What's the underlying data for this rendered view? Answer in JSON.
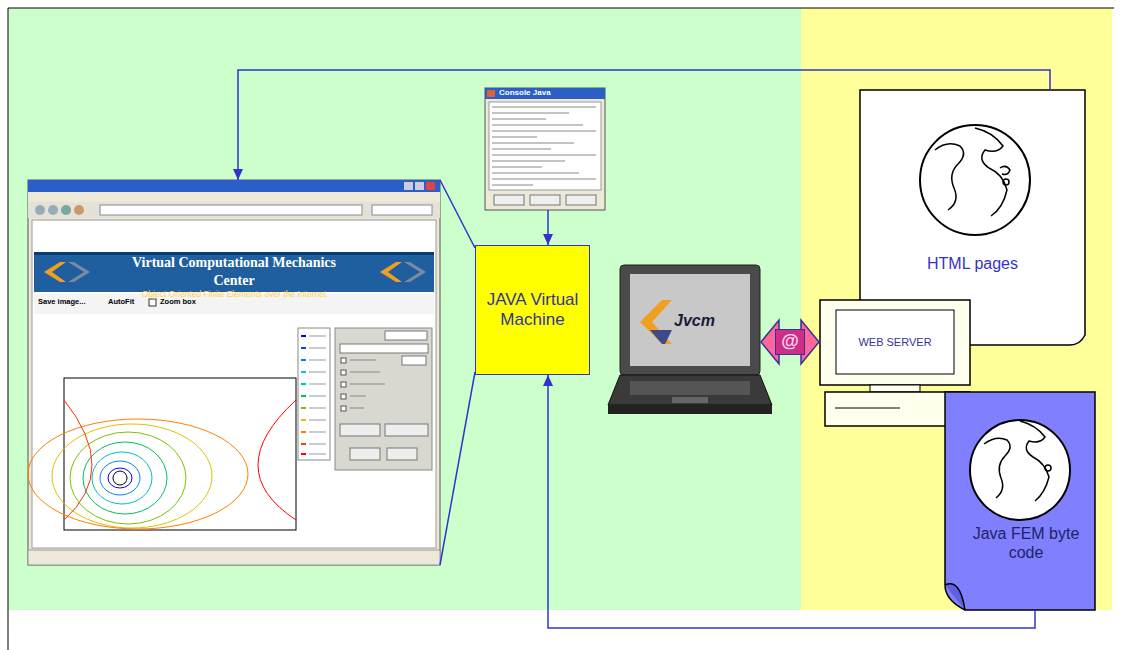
{
  "diagram": {
    "nodes": [
      {
        "text": [
          "Virtual Computational Mechanics Center",
          "Object Oriented Finite Elements over the Internet"
        ]
      },
      {
        "text": [
          "Console Java"
        ]
      },
      {
        "text": [
          "JAVA Virtual Machine"
        ]
      },
      {
        "text": [
          "Jvcm"
        ]
      },
      {
        "text": [
          "WEB SERVER"
        ]
      },
      {
        "text": [
          "HTML pages"
        ]
      },
      {
        "text": [
          "Java FEM byte code"
        ]
      }
    ],
    "edges": [
      {
        "from": 5,
        "to": 0,
        "arrow": "to"
      },
      {
        "from": 6,
        "to": 2,
        "arrow": "to"
      },
      {
        "from": 1,
        "to": 2,
        "arrow": "to"
      },
      {
        "from": 3,
        "to": 4,
        "label": "@",
        "arrow": "both"
      },
      {
        "from": 2,
        "to": 0,
        "arrow": "none"
      },
      {
        "from": 2,
        "to": 0,
        "arrow": "none"
      }
    ],
    "labels": [
      "Save image...",
      "AutoFit",
      "Zoom box"
    ]
  }
}
